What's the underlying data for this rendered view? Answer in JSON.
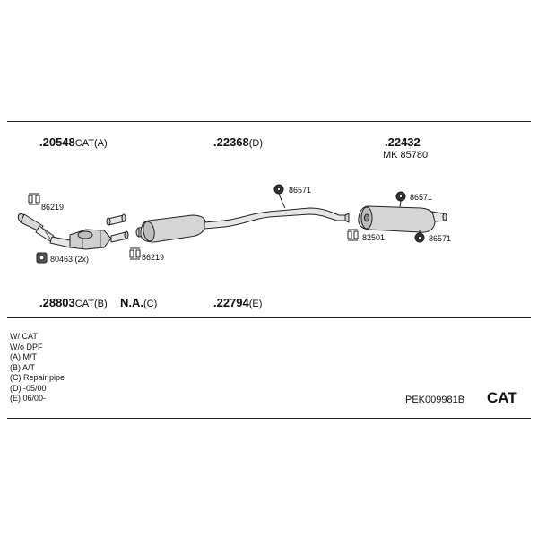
{
  "parts": {
    "p20548": {
      "num": ".20548",
      "suffix": "CAT(A)"
    },
    "p22368": {
      "num": ".22368",
      "suffix": "(D)"
    },
    "p22432": {
      "num": ".22432"
    },
    "mk": "MK 85780",
    "p28803": {
      "num": ".28803",
      "suffix": "CAT(B)"
    },
    "pna": {
      "num": "N.A.",
      "suffix": "(C)"
    },
    "p22794": {
      "num": ".22794",
      "suffix": "(E)"
    }
  },
  "fittings": {
    "f86219a": "86219",
    "f80463": "80463 (2x)",
    "f86219b": "86219",
    "f86571a": "86571",
    "f86571b": "86571",
    "f82501": "82501",
    "f86571c": "86571"
  },
  "legend": [
    "W/ CAT",
    "W/o DPF",
    "(A) M/T",
    "(B) A/T",
    "(C) Repair pipe",
    "(D) -05/00",
    "(E) 06/00-"
  ],
  "kit_code": "PEK009981B",
  "kit_type": "CAT",
  "icons": [
    "clamp-icon",
    "rubber-mount-icon",
    "gasket-icon",
    "bolt-icon"
  ]
}
